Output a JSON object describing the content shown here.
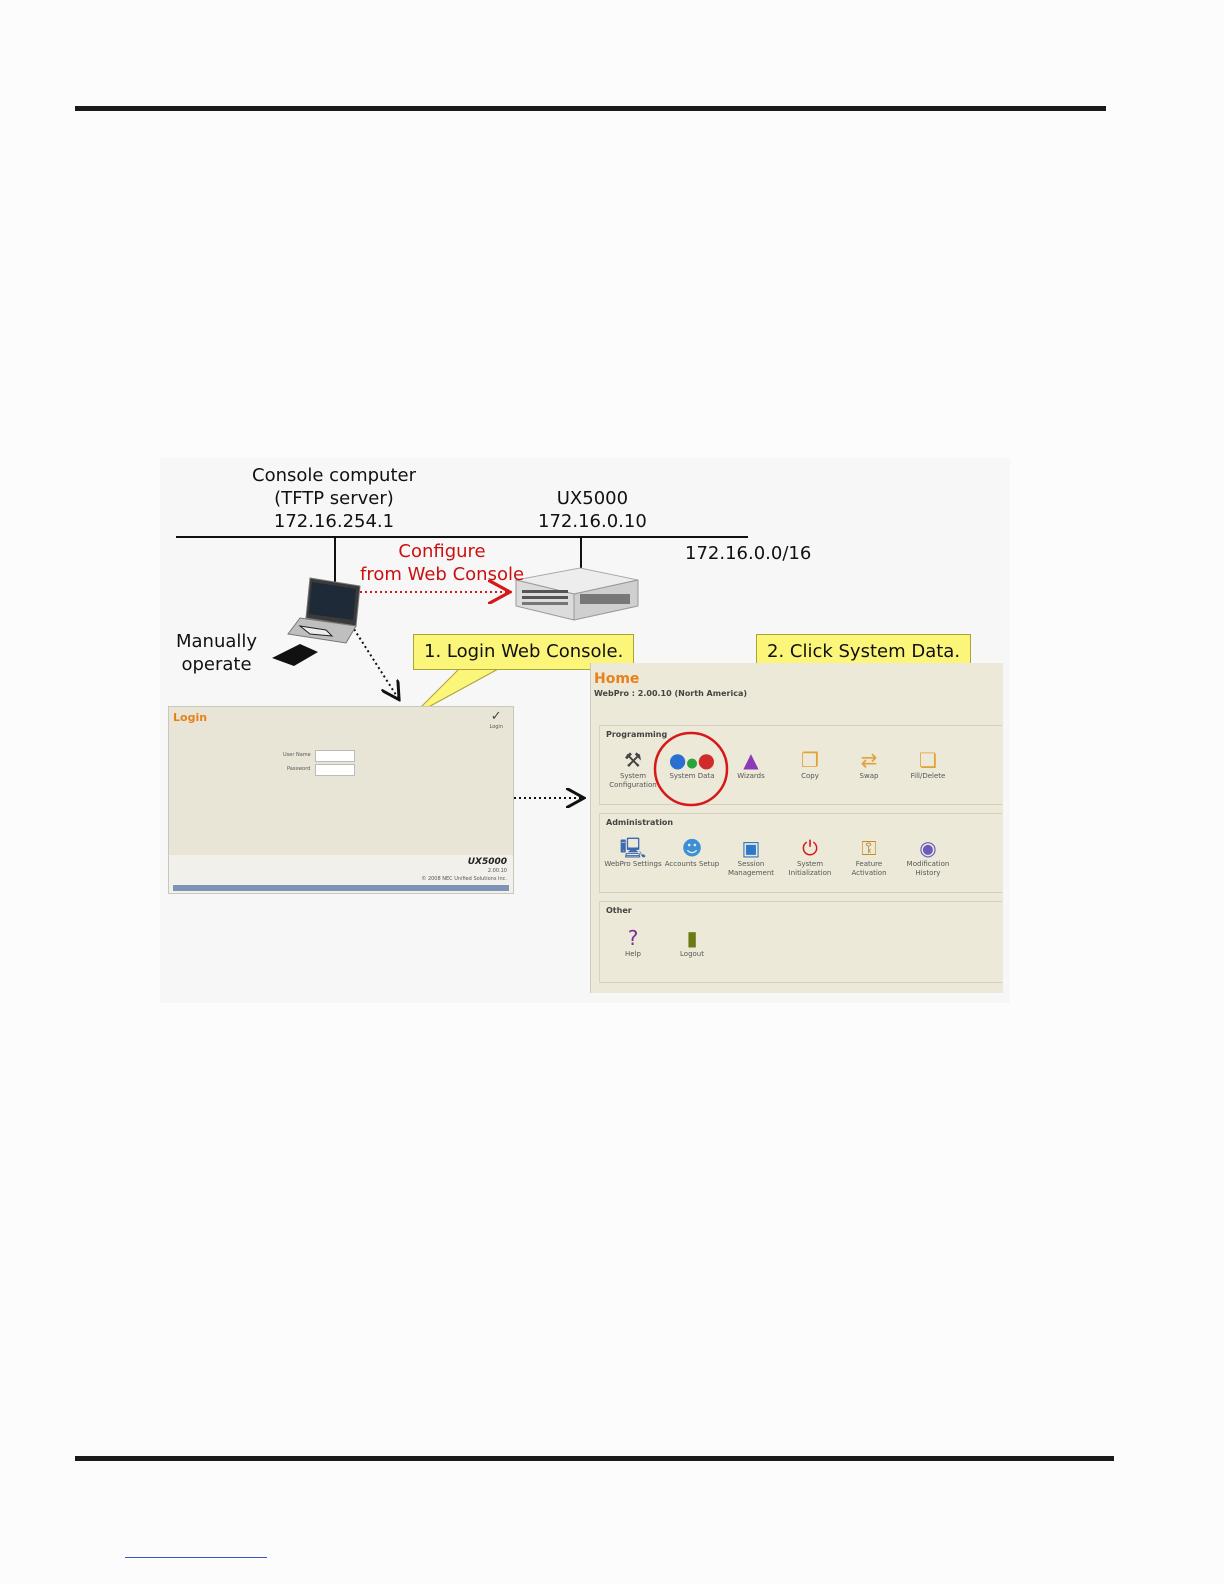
{
  "diagram": {
    "console_label": [
      "Console computer",
      "(TFTP server)",
      "172.16.254.1"
    ],
    "ux_label": [
      "UX5000",
      "172.16.0.10"
    ],
    "subnet_label": "172.16.0.0/16",
    "configure_label": [
      "Configure",
      "from Web Console"
    ],
    "manual_label": [
      "Manually",
      "operate"
    ],
    "callout1": "1. Login Web Console.",
    "callout2": "2. Click System Data."
  },
  "login_window": {
    "title": "Login",
    "login_button": "Login",
    "username_label": "User Name",
    "password_label": "Password",
    "brand": "UX5000",
    "version": "2.00.10",
    "copyright": "© 2008 NEC Unified Solutions Inc."
  },
  "home_window": {
    "title": "Home",
    "subtitle": "WebPro : 2.00.10 (North America)",
    "groups": {
      "programming": {
        "title": "Programming",
        "items": [
          "System Configuration",
          "System Data",
          "Wizards",
          "Copy",
          "Swap",
          "Fill/Delete"
        ]
      },
      "administration": {
        "title": "Administration",
        "items": [
          "WebPro Settings",
          "Accounts Setup",
          "Session Management",
          "System Initialization",
          "Feature Activation",
          "Modification History"
        ]
      },
      "other": {
        "title": "Other",
        "items": [
          "Help",
          "Logout"
        ]
      }
    }
  },
  "colors": {
    "accent_orange": "#e8811a",
    "callout_yellow": "#fbf57a",
    "highlight_red": "#d81818",
    "rule": "#1a1a1a"
  }
}
